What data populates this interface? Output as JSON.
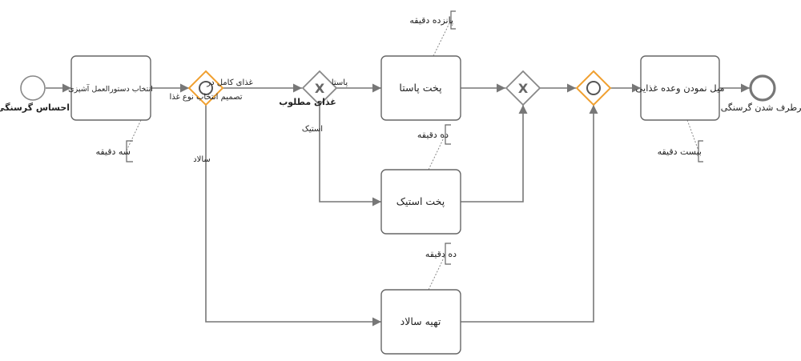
{
  "diagram": {
    "events": {
      "start": {
        "label": "احساس گرسنگی"
      },
      "end": {
        "label": "برطرف شدن گرسنگی"
      }
    },
    "tasks": {
      "choose_recipe": {
        "label": "انتخاب دستورالعمل آشپزی"
      },
      "cook_pasta": {
        "label": "پخت پاستا"
      },
      "cook_steak": {
        "label": "پخت استیک"
      },
      "prepare_salad": {
        "label": "تهیه سالاد"
      },
      "eat_meal": {
        "label": "میل نمودن وعده غذایی"
      }
    },
    "gateways": {
      "meal_type": {
        "type": "inclusive",
        "color": "#f0a030",
        "label": "تصمیم انتخاب نوع غذا"
      },
      "desired_food": {
        "type": "exclusive",
        "color": "#888888",
        "label": "غذای مطلوب"
      },
      "merge_exclusive": {
        "type": "exclusive",
        "color": "#888888"
      },
      "merge_inclusive": {
        "type": "inclusive",
        "color": "#f0a030"
      }
    },
    "flows": {
      "full_meal": "غذای کامل در",
      "pasta": "پاستا",
      "steak": "استیک",
      "salad": "سالاد"
    },
    "annotations": {
      "recipe_time": "سه دقیقه",
      "pasta_time": "پانزده دقیقه",
      "steak_time": "ده دقیقه",
      "salad_time": "ده دقیقه",
      "meal_time": "بیست دقیقه"
    }
  }
}
